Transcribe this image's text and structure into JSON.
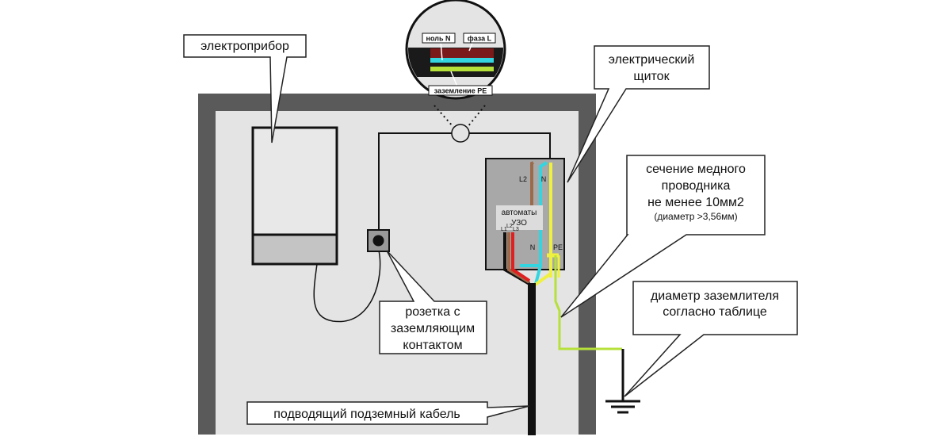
{
  "labels": {
    "appliance": "электроприбор",
    "panel_line1": "электрический",
    "panel_line2": "щиток",
    "section_line1": "сечение медного",
    "section_line2": "проводника",
    "section_line3": "не менее 10мм2",
    "section_line4": "(диаметр >3,56мм)",
    "ground_line1": "диаметр заземлителя",
    "ground_line2": "согласно таблице",
    "socket_line1": "розетка с",
    "socket_line2": "заземляющим",
    "socket_line3": "контактом",
    "cable": "подводящий подземный кабель"
  },
  "inset": {
    "neutral": "ноль N",
    "phase": "фаза L",
    "earth": "заземление PE"
  },
  "panel": {
    "l2_top": "L2",
    "n_top": "N",
    "breaker_line1": "автоматы",
    "breaker_line2": "УЗО",
    "l1": "L1",
    "l2": "L2",
    "l3": "L3",
    "n_bottom": "N",
    "pe": "PE"
  },
  "colors": {
    "neutral": "#33d6e0",
    "phase": "#7a1a1a",
    "earth": "#b6e03a",
    "pe_yellow": "#f0f040",
    "brown": "#9a6a4a",
    "red": "#e02020",
    "frame": "#5a5a5a",
    "floor": "#e4e4e4"
  }
}
